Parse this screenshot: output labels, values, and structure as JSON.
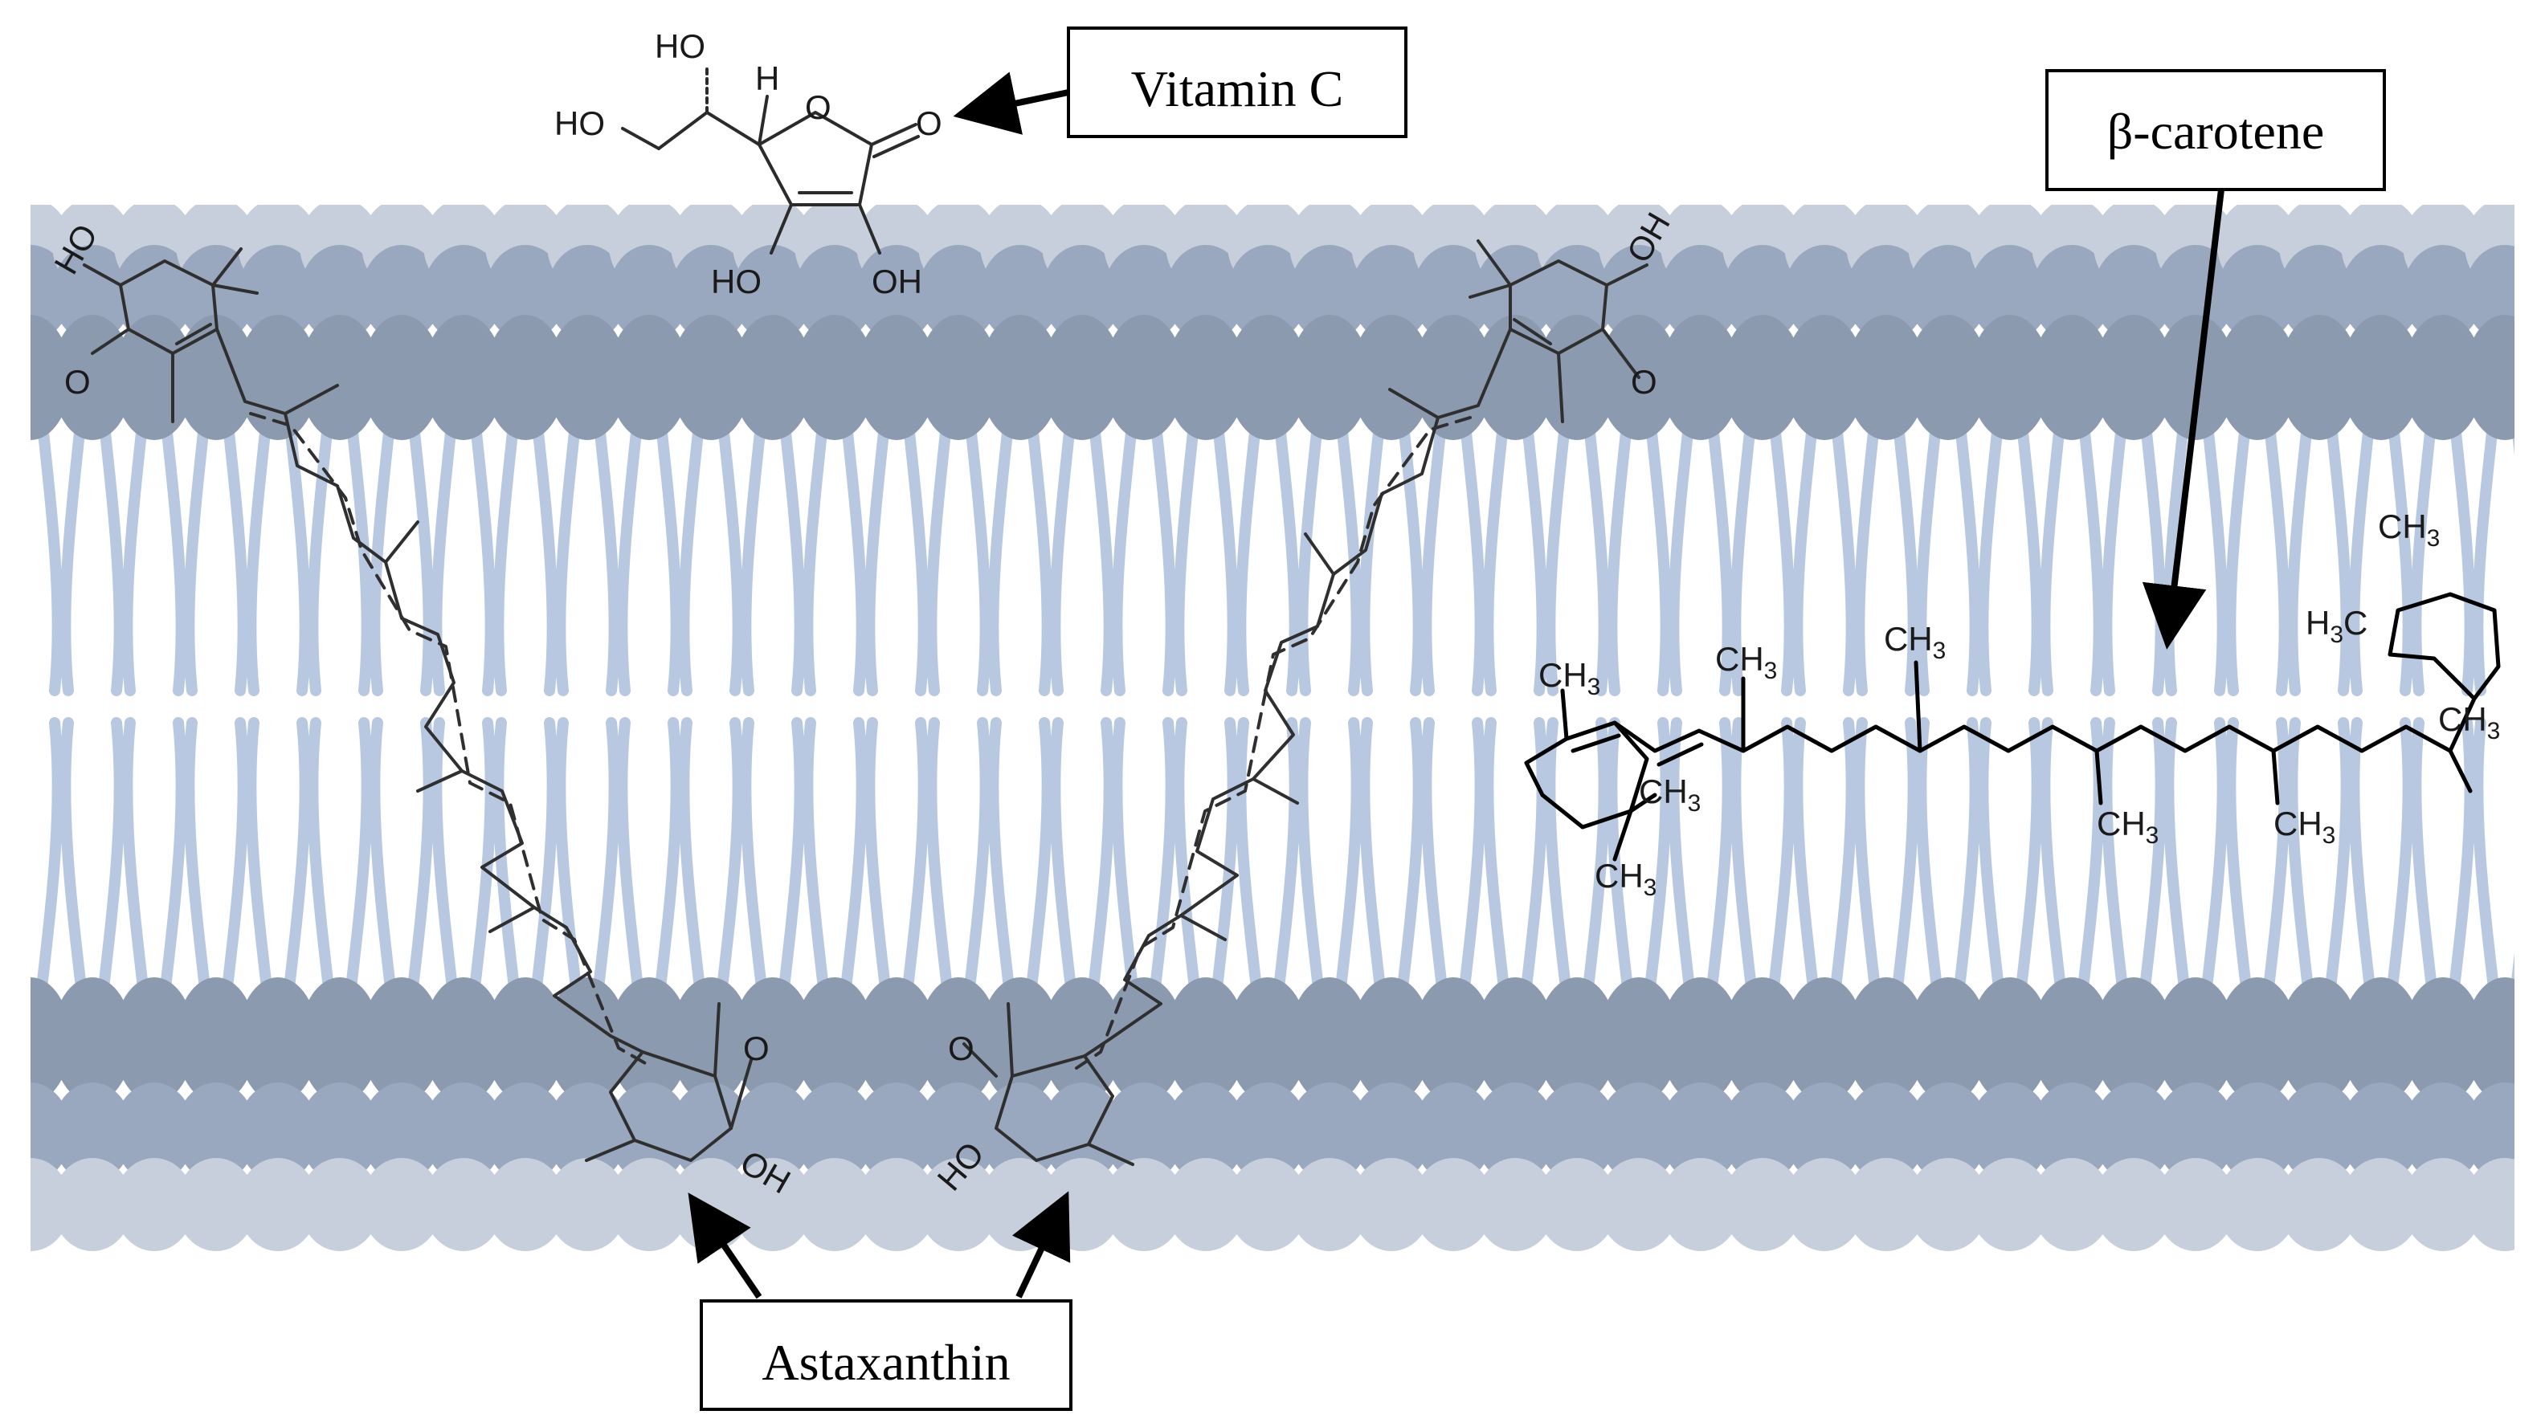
{
  "colors": {
    "background": "#ffffff",
    "head_dark": "#8c9ab0",
    "head_mid": "#9aa8bf",
    "head_light": "#c7cfdc",
    "tail": "#b8c8e1",
    "molecule_faded": "#2f2f2f",
    "molecule_bold": "#000000",
    "arrow": "#000000"
  },
  "labels": {
    "vitamin_c": "Vitamin C",
    "beta_carotene": "β-carotene",
    "astaxanthin": "Astaxanthin"
  },
  "atoms": {
    "vitamin_c": {
      "ho_top": "HO",
      "ho_left": "HO",
      "h": "H",
      "o_ring": "O",
      "o_carbonyl": "O",
      "ho_bottom": "HO",
      "oh_bottom": "OH"
    },
    "astaxanthin": {
      "ho": "HO",
      "oh": "OH",
      "o": "O"
    },
    "beta_carotene": {
      "ch3": "CH",
      "sub3": "3",
      "h3c": "H",
      "h3c_c": "C"
    }
  }
}
